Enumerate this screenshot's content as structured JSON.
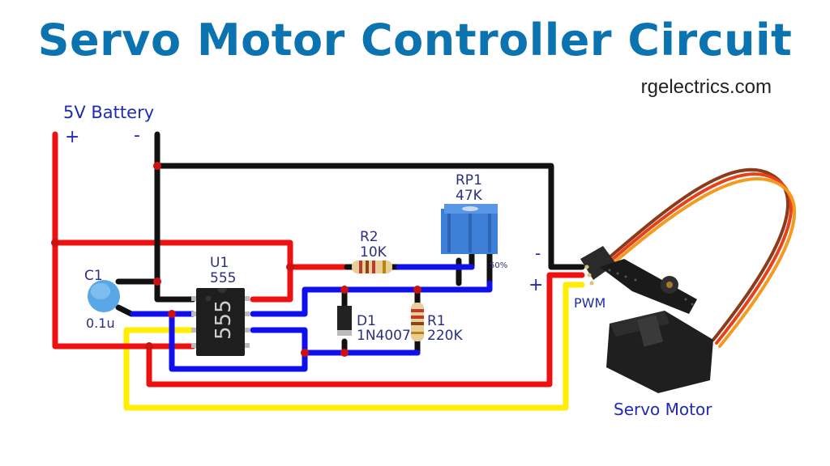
{
  "title": "Servo Motor Controller Circuit",
  "website": "rgelectrics.com",
  "battery": {
    "label": "5V Battery",
    "plus": "+",
    "minus": "-"
  },
  "components": {
    "c1": {
      "ref": "C1",
      "value": "0.1u"
    },
    "u1": {
      "ref": "U1",
      "value": "555",
      "chip_marking": "555"
    },
    "r2": {
      "ref": "R2",
      "value": "10K"
    },
    "rp1": {
      "ref": "RP1",
      "value": "47K",
      "setting": "50%"
    },
    "d1": {
      "ref": "D1",
      "value": "1N4007"
    },
    "r1": {
      "ref": "R1",
      "value": "220K"
    }
  },
  "servo": {
    "label": "Servo Motor",
    "minus": "-",
    "plus": "+",
    "signal": "PWM"
  },
  "colors": {
    "title": "#0b73b0",
    "wire_positive": "#ee1111",
    "wire_ground": "#111111",
    "wire_signal_blue": "#1010ee",
    "wire_pwm_yellow": "#ffee00",
    "junction": "#cc1111",
    "label_text": "#2b2f80"
  }
}
